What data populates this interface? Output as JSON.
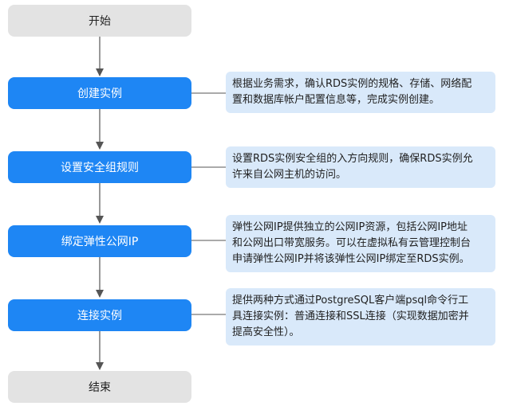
{
  "colors": {
    "terminal_fill": "#e3e3e3",
    "process_fill": "#1e86f4",
    "note_fill": "#d9e9fa",
    "arrow": "#555555",
    "connector": "#555555"
  },
  "flow": {
    "start": "开始",
    "steps": [
      {
        "label": "创建实例",
        "note_lines": [
          "根据业务需求，确认RDS实例的规格、存储、网络配",
          "置和数据库帐户配置信息等，完成实例创建。"
        ]
      },
      {
        "label": "设置安全组规则",
        "note_lines": [
          "设置RDS实例安全组的入方向规则，确保RDS实例允",
          "许来自公网主机的访问。"
        ]
      },
      {
        "label": "绑定弹性公网IP",
        "note_lines": [
          "弹性公网IP提供独立的公网IP资源，包括公网IP地址",
          "和公网出口带宽服务。可以在虚拟私有云管理控制台",
          "申请弹性公网IP并将该弹性公网IP绑定至RDS实例。"
        ]
      },
      {
        "label": "连接实例",
        "note_lines": [
          "提供两种方式通过PostgreSQL客户端psql命令行工",
          "具连接实例：普通连接和SSL连接（实现数据加密并",
          "提高安全性）。"
        ]
      }
    ],
    "end": "结束"
  }
}
